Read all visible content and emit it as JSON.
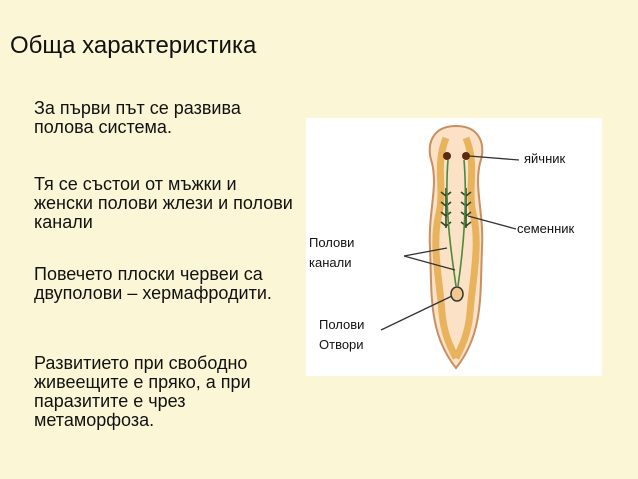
{
  "slide": {
    "title": "Обща характеристика",
    "paragraphs": [
      " За първи път се развива полова система.",
      "Тя се състои от мъжки и женски полови жлези и полови канали",
      "Повечето плоски червеи са  двуполови – хермафродити.",
      "Развитието при свободно живеещите е пряко, а при паразитите е чрез метаморфоза."
    ]
  },
  "figure": {
    "labels": {
      "ovary": "яйчник",
      "testis": "семенник",
      "canals": "Полови канали",
      "pores": "Полови Отвори"
    },
    "colors": {
      "body_fill": "#fbe1c6",
      "gut_border": "#e9b25c",
      "ovary": "#5a2a10",
      "testis": "#2f4a2a",
      "canal": "#4a8a3a",
      "pointer": "#333333"
    }
  }
}
